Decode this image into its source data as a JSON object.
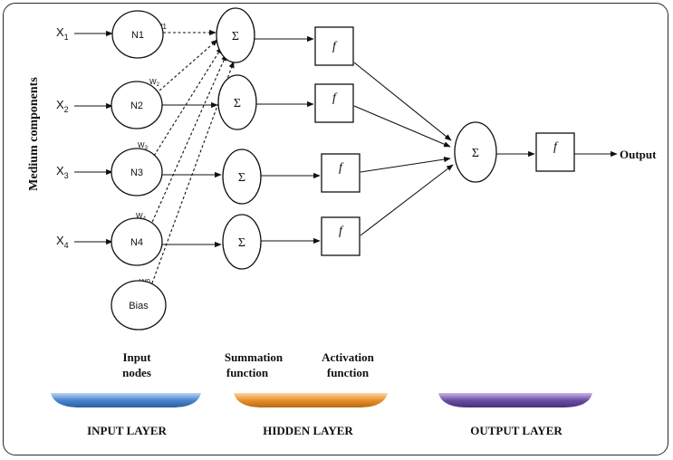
{
  "side_label": "Medium components",
  "inputs": [
    {
      "base": "X",
      "sub": "1"
    },
    {
      "base": "X",
      "sub": "2"
    },
    {
      "base": "X",
      "sub": "3"
    },
    {
      "base": "X",
      "sub": "4"
    }
  ],
  "input_nodes": [
    "N1",
    "N2",
    "N3",
    "N4"
  ],
  "bias_node": "Bias",
  "weights": [
    {
      "base": "W1",
      "sub": ""
    },
    {
      "base": "W",
      "sub": "2"
    },
    {
      "base": "W",
      "sub": "3"
    },
    {
      "base": "W",
      "sub": "4"
    },
    {
      "base": "W0",
      "sub": ""
    }
  ],
  "sum_symbol": "Σ",
  "activation_symbol": "f",
  "output_label": "Output",
  "section_labels": {
    "input_line1": "Input",
    "input_line2": "nodes",
    "summation_line1": "Summation",
    "summation_line2": "function",
    "activation_line1": "Activation",
    "activation_line2": "function"
  },
  "layers": {
    "input": "INPUT LAYER",
    "hidden": "HIDDEN LAYER",
    "output": "OUTPUT LAYER"
  },
  "colors": {
    "input_layer_bar": "#4a86cf",
    "hidden_layer_bar": "#e8902c",
    "output_layer_bar": "#6a4fa3"
  }
}
